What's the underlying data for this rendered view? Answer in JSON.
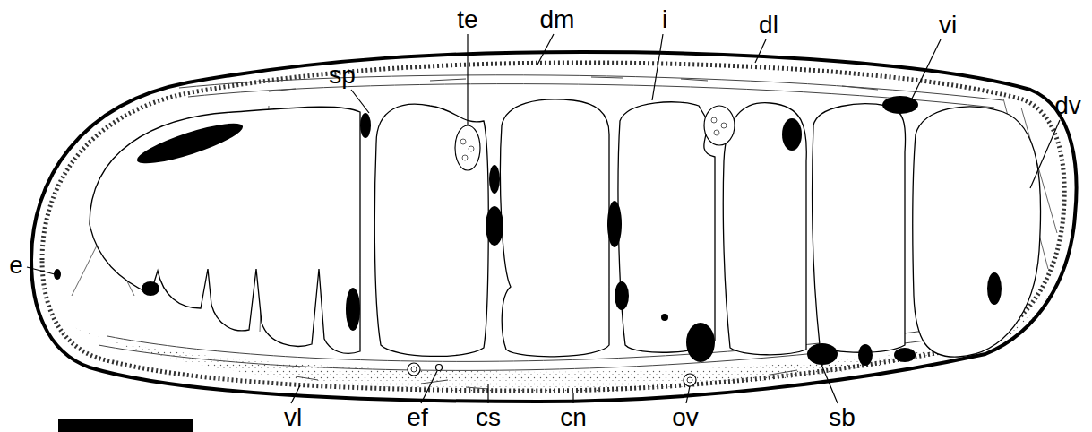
{
  "diagram": {
    "labels": [
      "e",
      "sp",
      "te",
      "dm",
      "i",
      "dl",
      "vi",
      "dv",
      "vl",
      "ef",
      "cs",
      "cn",
      "ov",
      "sb"
    ]
  }
}
